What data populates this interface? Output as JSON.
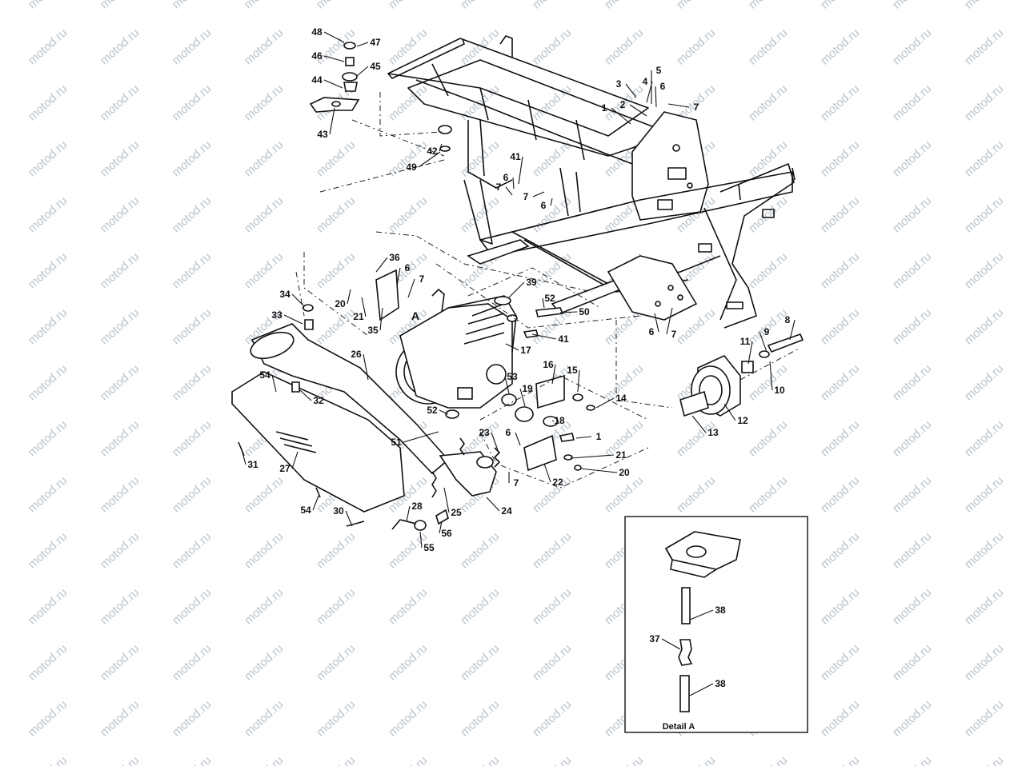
{
  "watermark": "motod.ru",
  "detail": {
    "caption": "Detail A"
  },
  "engine_marker": "A",
  "callouts": [
    {
      "id": "48",
      "text": "48"
    },
    {
      "id": "47",
      "text": "47"
    },
    {
      "id": "46",
      "text": "46"
    },
    {
      "id": "45",
      "text": "45"
    },
    {
      "id": "44",
      "text": "44"
    },
    {
      "id": "43",
      "text": "43"
    },
    {
      "id": "42",
      "text": "42"
    },
    {
      "id": "49",
      "text": "49"
    },
    {
      "id": "41a",
      "text": "41"
    },
    {
      "id": "6a",
      "text": "6"
    },
    {
      "id": "7a",
      "text": "7"
    },
    {
      "id": "7b",
      "text": "7"
    },
    {
      "id": "6b",
      "text": "6"
    },
    {
      "id": "3",
      "text": "3"
    },
    {
      "id": "4",
      "text": "4"
    },
    {
      "id": "5",
      "text": "5"
    },
    {
      "id": "6c",
      "text": "6"
    },
    {
      "id": "2a",
      "text": "2"
    },
    {
      "id": "1a",
      "text": "1"
    },
    {
      "id": "7c",
      "text": "7"
    },
    {
      "id": "36",
      "text": "36"
    },
    {
      "id": "6d",
      "text": "6"
    },
    {
      "id": "7d",
      "text": "7"
    },
    {
      "id": "39",
      "text": "39"
    },
    {
      "id": "34",
      "text": "34"
    },
    {
      "id": "20a",
      "text": "20"
    },
    {
      "id": "21a",
      "text": "21"
    },
    {
      "id": "35",
      "text": "35"
    },
    {
      "id": "33",
      "text": "33"
    },
    {
      "id": "52a",
      "text": "52"
    },
    {
      "id": "50",
      "text": "50"
    },
    {
      "id": "41b",
      "text": "41"
    },
    {
      "id": "17",
      "text": "17"
    },
    {
      "id": "26",
      "text": "26"
    },
    {
      "id": "6e",
      "text": "6"
    },
    {
      "id": "7e",
      "text": "7"
    },
    {
      "id": "8",
      "text": "8"
    },
    {
      "id": "9",
      "text": "9"
    },
    {
      "id": "11",
      "text": "11"
    },
    {
      "id": "10",
      "text": "10"
    },
    {
      "id": "54a",
      "text": "54"
    },
    {
      "id": "32",
      "text": "32"
    },
    {
      "id": "53",
      "text": "53"
    },
    {
      "id": "16",
      "text": "16"
    },
    {
      "id": "15",
      "text": "15"
    },
    {
      "id": "19",
      "text": "19"
    },
    {
      "id": "14",
      "text": "14"
    },
    {
      "id": "12",
      "text": "12"
    },
    {
      "id": "52b",
      "text": "52"
    },
    {
      "id": "18",
      "text": "18"
    },
    {
      "id": "13",
      "text": "13"
    },
    {
      "id": "51",
      "text": "51"
    },
    {
      "id": "23",
      "text": "23"
    },
    {
      "id": "6f",
      "text": "6"
    },
    {
      "id": "1b",
      "text": "1"
    },
    {
      "id": "31",
      "text": "31"
    },
    {
      "id": "27",
      "text": "27"
    },
    {
      "id": "21b",
      "text": "21"
    },
    {
      "id": "7f",
      "text": "7"
    },
    {
      "id": "22",
      "text": "22"
    },
    {
      "id": "20b",
      "text": "20"
    },
    {
      "id": "54b",
      "text": "54"
    },
    {
      "id": "25",
      "text": "25"
    },
    {
      "id": "24",
      "text": "24"
    },
    {
      "id": "30",
      "text": "30"
    },
    {
      "id": "28",
      "text": "28"
    },
    {
      "id": "56",
      "text": "56"
    },
    {
      "id": "55",
      "text": "55"
    },
    {
      "id": "38a",
      "text": "38"
    },
    {
      "id": "37",
      "text": "37"
    },
    {
      "id": "38b",
      "text": "38"
    }
  ]
}
